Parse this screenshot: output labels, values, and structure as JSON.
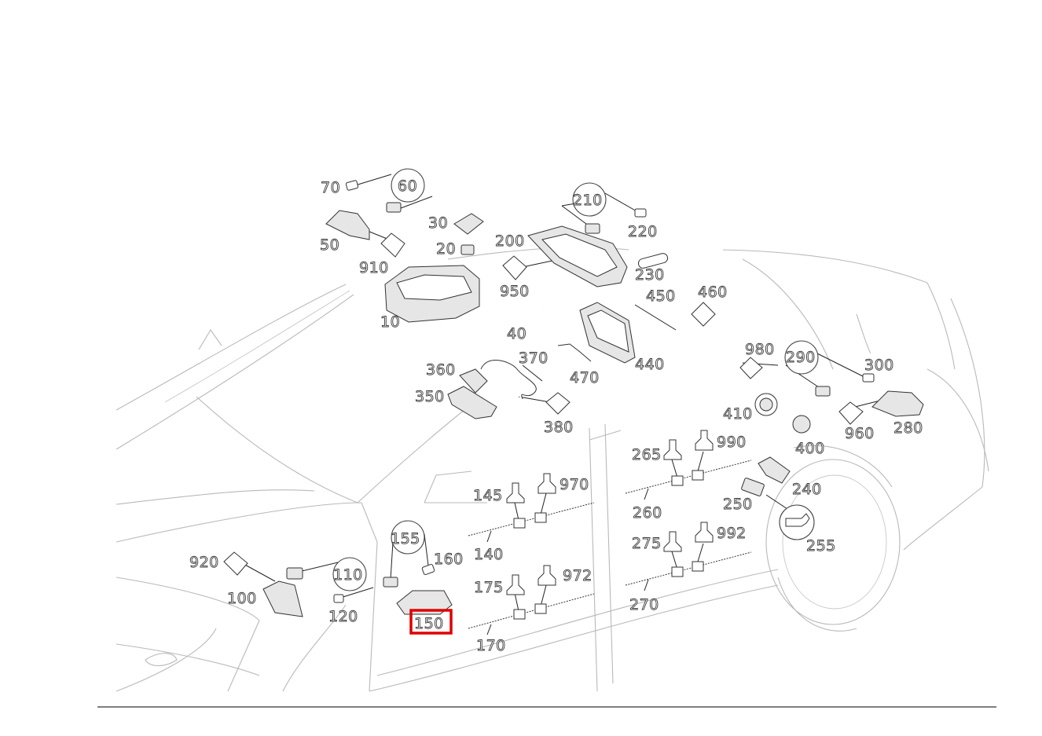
{
  "diagram": {
    "highlighted_part": "150",
    "part_numbers": {
      "p10": "10",
      "p20": "20",
      "p30": "30",
      "p40": "40",
      "p50": "50",
      "p60": "60",
      "p70": "70",
      "p100": "100",
      "p110": "110",
      "p120": "120",
      "p140": "140",
      "p145": "145",
      "p150": "150",
      "p155": "155",
      "p160": "160",
      "p170": "170",
      "p175": "175",
      "p200": "200",
      "p210": "210",
      "p220": "220",
      "p230": "230",
      "p240": "240",
      "p250": "250",
      "p255": "255",
      "p260": "260",
      "p265": "265",
      "p270": "270",
      "p275": "275",
      "p280": "280",
      "p290": "290",
      "p300": "300",
      "p350": "350",
      "p360": "360",
      "p370": "370",
      "p380": "380",
      "p400": "400",
      "p410": "410",
      "p440": "440",
      "p450": "450",
      "p460": "460",
      "p470": "470",
      "p910": "910",
      "p920": "920",
      "p950": "950",
      "p960": "960",
      "p970": "970",
      "p972": "972",
      "p980": "980",
      "p990": "990",
      "p992": "992"
    },
    "colors": {
      "highlight": "#e00000",
      "outline": "#b9b9b9",
      "ink": "#333333"
    }
  }
}
